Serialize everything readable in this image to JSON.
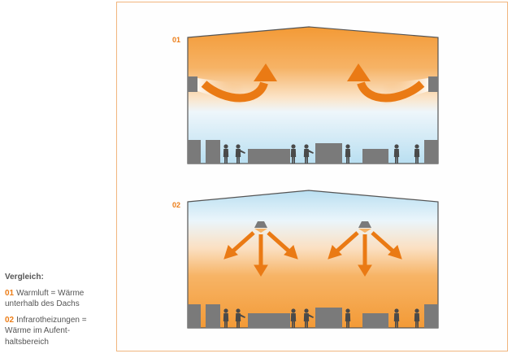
{
  "legend": {
    "title": "Vergleich:",
    "items": [
      {
        "num": "01",
        "text": "Warmluft = Wärme\nunterhalb des Dachs"
      },
      {
        "num": "02",
        "text": "Infrarotheizungen =\nWärme im Aufent-\nhaltsbereich"
      }
    ]
  },
  "panels": [
    {
      "label": "01",
      "heat_zone": "roof",
      "heater_type": "warm-air-blower"
    },
    {
      "label": "02",
      "heat_zone": "floor",
      "heater_type": "infrared-heater"
    }
  ],
  "colors": {
    "warm": "#f39a36",
    "cool": "#b9dff1",
    "arrow": "#ea7a14",
    "equipment": "#7a7a7a",
    "person": "#4a4a4a",
    "frame_border": "#f1b57e",
    "label": "#ec7d17"
  }
}
